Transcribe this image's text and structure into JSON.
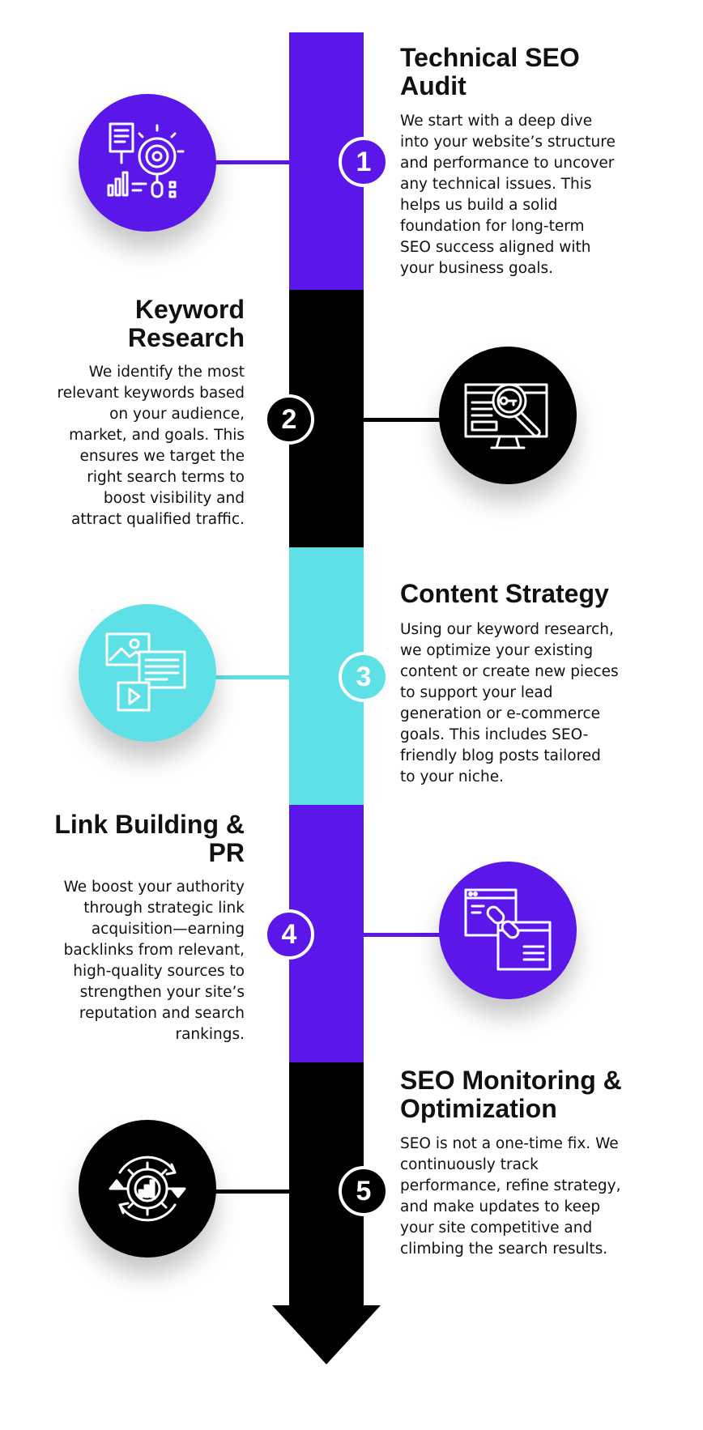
{
  "colors": {
    "purple": "#5b16ea",
    "black": "#000000",
    "cyan": "#5de0e6"
  },
  "steps": [
    {
      "number": "1",
      "title": "Technical SEO Audit",
      "description": " We start with a deep dive into your website’s structure and performance to uncover any technical issues. This helps us build a solid foundation for long-term SEO success aligned with your business goals.",
      "icon": "seo-audit-icon",
      "color": "purple"
    },
    {
      "number": "2",
      "title": "Keyword Research",
      "description": "We identify the most relevant keywords based on your audience, market, and goals. This ensures we target the right search terms to boost visibility and attract qualified traffic.",
      "icon": "keyword-search-icon",
      "color": "black"
    },
    {
      "number": "3",
      "title": "Content Strategy",
      "description": "Using our keyword research, we optimize your existing content or create new pieces to support your lead generation or e-commerce goals. This includes SEO-friendly blog posts tailored to your niche.",
      "icon": "content-media-icon",
      "color": "cyan"
    },
    {
      "number": "4",
      "title": "Link Building & PR",
      "description": "We boost your authority through strategic link acquisition—earning backlinks from relevant, high-quality sources to strengthen your site’s reputation and search rankings.",
      "icon": "link-building-icon",
      "color": "purple"
    },
    {
      "number": "5",
      "title": "SEO Monitoring & Optimization",
      "description": " SEO is not a one-time fix. We continuously track performance, refine strategy, and make updates to keep your site competitive and climbing the search results.",
      "icon": "monitoring-gear-icon",
      "color": "black"
    }
  ]
}
